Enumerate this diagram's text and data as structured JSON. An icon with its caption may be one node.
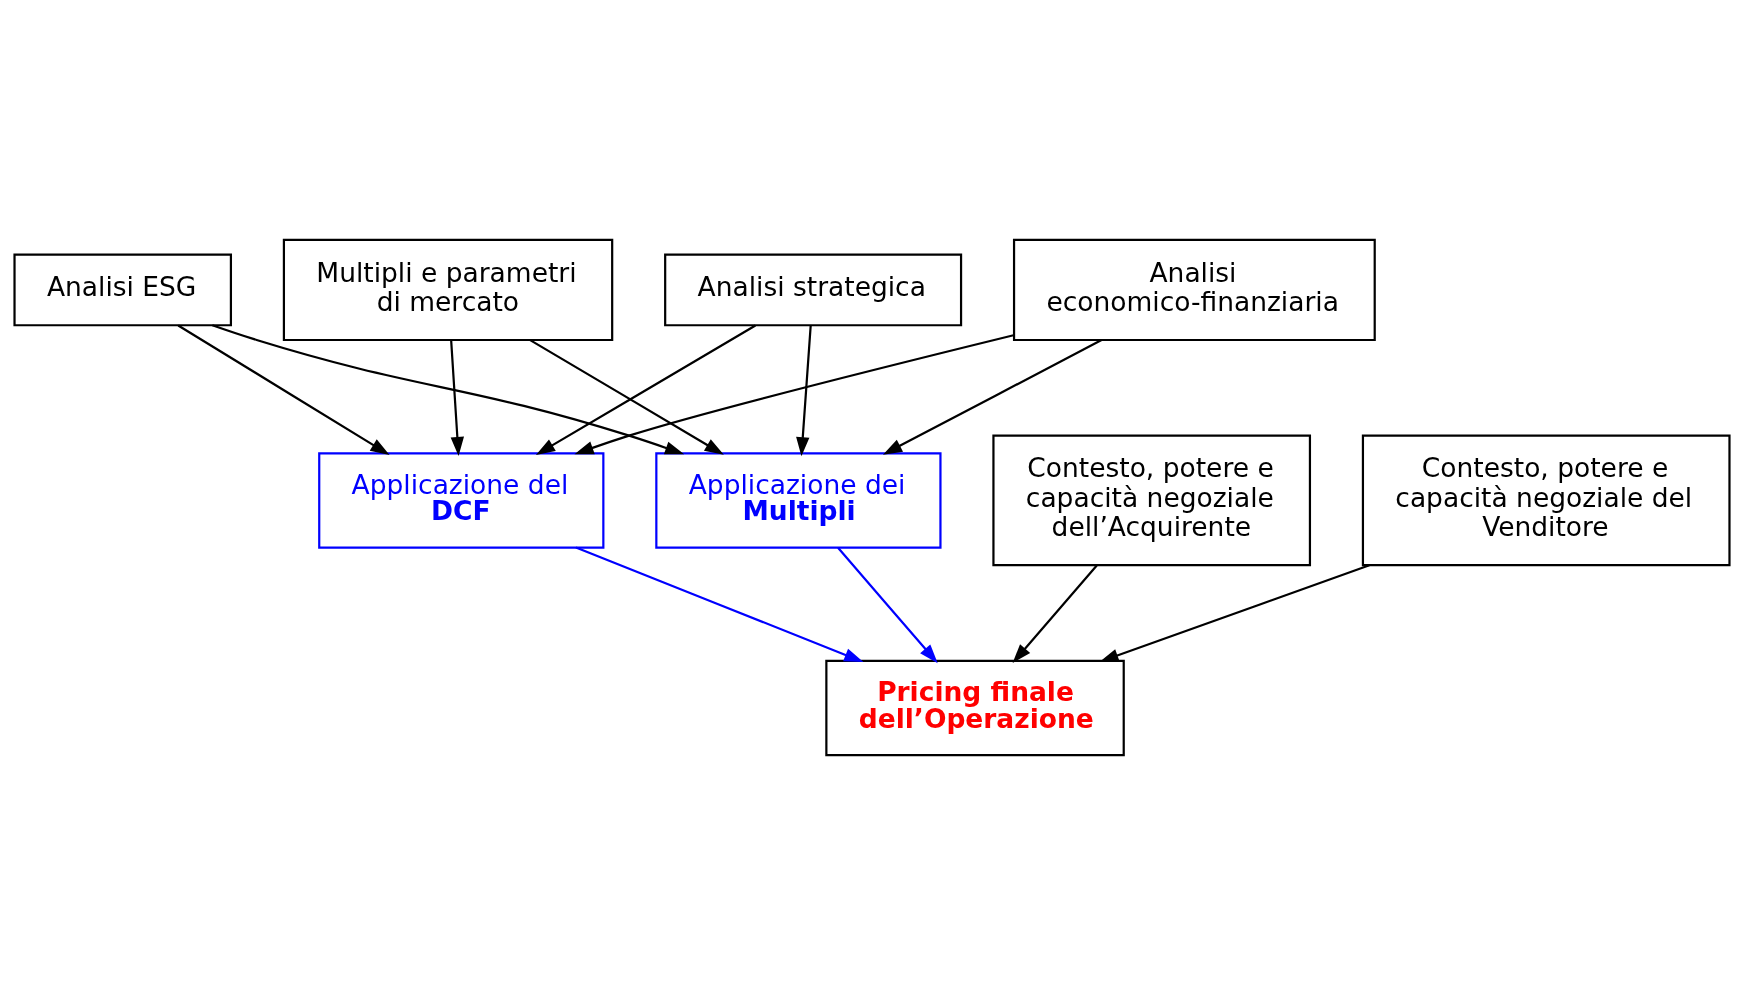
{
  "diagram": {
    "nodes": [
      {
        "text": [
          "Analisi strategica"
        ]
      },
      {
        "text": [
          "Analisi economico-finanziaria"
        ]
      },
      {
        "text": [
          "Analisi ESG"
        ]
      },
      {
        "text": [
          "Multipli e parametri di mercato"
        ]
      },
      {
        "text": [
          "Applicazione del",
          "DCF"
        ]
      },
      {
        "text": [
          "Applicazione dei",
          "Multipli"
        ]
      },
      {
        "text": [
          "Pricing finale dell’Operazione"
        ]
      },
      {
        "text": [
          "Contesto, potere e capacità negoziale dell’Acquirente"
        ]
      },
      {
        "text": [
          "Contesto, potere e capacità negoziale del Venditore"
        ]
      }
    ],
    "edges": [
      {
        "from": 0,
        "to": 4,
        "arrow": "to"
      },
      {
        "from": 1,
        "to": 4,
        "arrow": "to"
      },
      {
        "from": 2,
        "to": 4,
        "arrow": "to"
      },
      {
        "from": 3,
        "to": 4,
        "arrow": "to"
      },
      {
        "from": 0,
        "to": 5,
        "arrow": "to"
      },
      {
        "from": 1,
        "to": 5,
        "arrow": "to"
      },
      {
        "from": 2,
        "to": 5,
        "arrow": "to"
      },
      {
        "from": 3,
        "to": 5,
        "arrow": "to"
      },
      {
        "from": 4,
        "to": 6,
        "arrow": "to",
        "color": "#0000ff"
      },
      {
        "from": 5,
        "to": 6,
        "arrow": "to",
        "color": "#0000ff"
      },
      {
        "from": 7,
        "to": 6,
        "arrow": "to"
      },
      {
        "from": 8,
        "to": 6,
        "arrow": "to"
      }
    ]
  }
}
